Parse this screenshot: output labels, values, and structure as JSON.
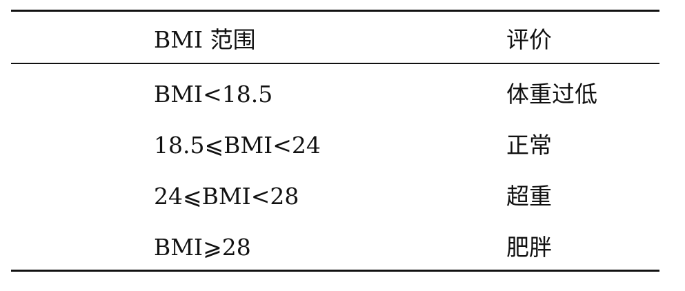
{
  "table": {
    "headers": {
      "range": "BMI 范围",
      "evaluation": "评价"
    },
    "rows": [
      {
        "range": "BMI<18.5",
        "evaluation": "体重过低"
      },
      {
        "range": "18.5⩽BMI<24",
        "evaluation": "正常"
      },
      {
        "range": "24⩽BMI<28",
        "evaluation": "超重"
      },
      {
        "range": "BMI⩾28",
        "evaluation": "肥胖"
      }
    ]
  }
}
